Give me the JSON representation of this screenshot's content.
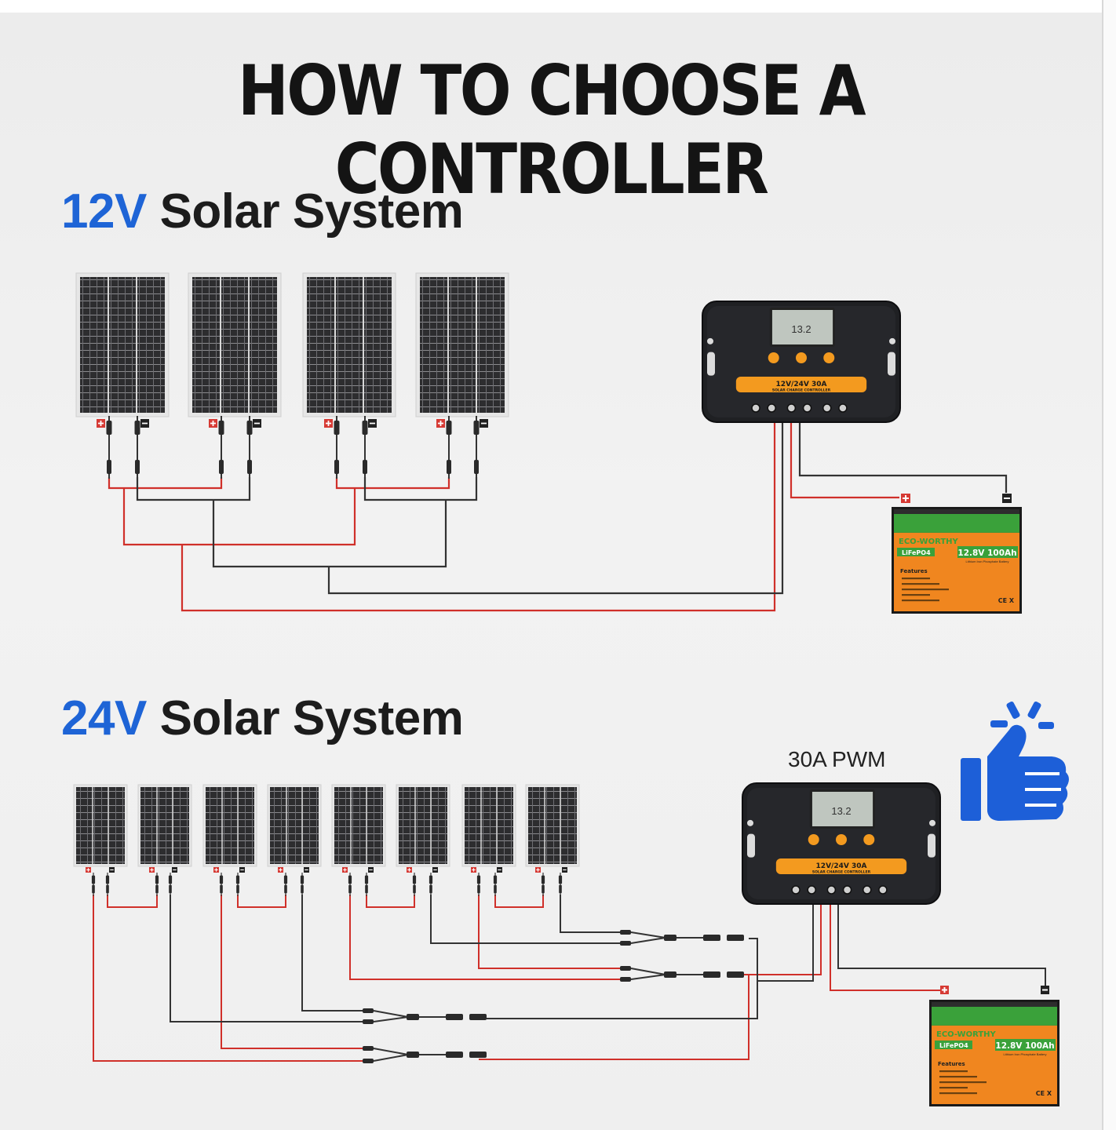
{
  "title": "HOW TO CHOOSE A CONTROLLER",
  "section_12v": {
    "voltage": "12V",
    "label": "Solar System"
  },
  "section_24v": {
    "voltage": "24V",
    "label": "Solar System"
  },
  "controller": {
    "display": "13.2",
    "model": "12V/24V 30A",
    "subtitle": "SOLAR CHARGE CONTROLLER",
    "recommended_label": "30A PWM"
  },
  "battery": {
    "brand": "ECO-WORTHY",
    "chem": "LiFePO4",
    "rating": "12.8V 100Ah",
    "sub": "Lithium Iron Phosphate Battery",
    "features_title": "Features",
    "marks": "CE X"
  },
  "colors": {
    "accent_blue": "#1e64d6",
    "wire_red": "#d0302a",
    "wire_black": "#333333",
    "controller_orange": "#f39a1f",
    "battery_orange": "#f0861f",
    "battery_green": "#3aa13a"
  },
  "icons": [
    "thumbs-up-icon",
    "plus-terminal-icon",
    "minus-terminal-icon"
  ]
}
